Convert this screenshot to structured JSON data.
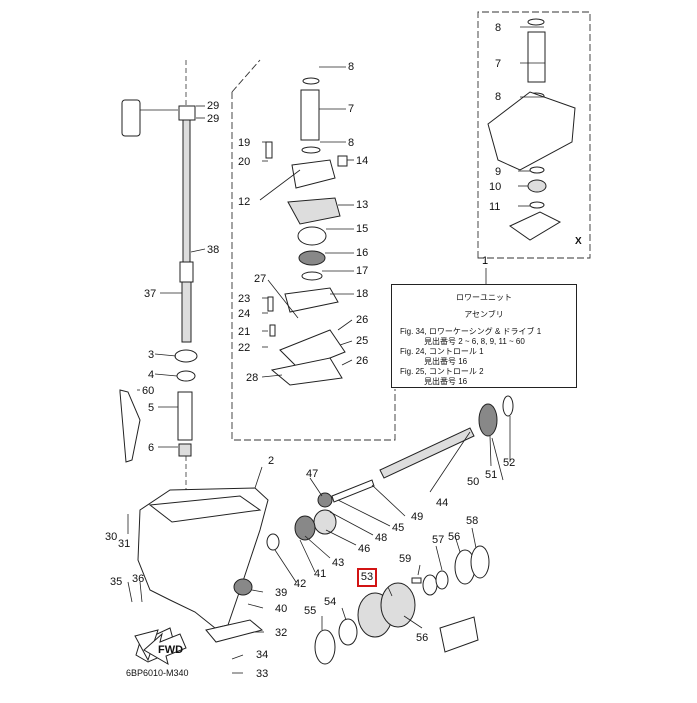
{
  "diagram_id": "6BP6010-M340",
  "inset_label": "X",
  "legend": {
    "callout": "1",
    "title": "ロワーユニット",
    "subtitle": "アセンブリ",
    "lines": [
      "Fig. 34, ロワーケーシング & ドライブ 1",
      "見出番号 2 ~ 6, 8, 9, 11 ~ 60",
      "Fig. 24, コントロール 1",
      "見出番号 16",
      "Fig. 25, コントロール 2",
      "見出番号 16"
    ]
  },
  "highlighted_part": "53",
  "fwd_label": "FWD",
  "part_labels": [
    {
      "num": "8"
    },
    {
      "num": "7"
    },
    {
      "num": "8"
    },
    {
      "num": "9"
    },
    {
      "num": "10"
    },
    {
      "num": "11"
    },
    {
      "num": "8"
    },
    {
      "num": "7"
    },
    {
      "num": "8"
    },
    {
      "num": "14"
    },
    {
      "num": "13"
    },
    {
      "num": "15"
    },
    {
      "num": "16"
    },
    {
      "num": "17"
    },
    {
      "num": "18"
    },
    {
      "num": "19"
    },
    {
      "num": "20"
    },
    {
      "num": "12"
    },
    {
      "num": "27"
    },
    {
      "num": "23"
    },
    {
      "num": "24"
    },
    {
      "num": "21"
    },
    {
      "num": "22"
    },
    {
      "num": "26"
    },
    {
      "num": "25"
    },
    {
      "num": "26"
    },
    {
      "num": "28"
    },
    {
      "num": "29"
    },
    {
      "num": "29"
    },
    {
      "num": "38"
    },
    {
      "num": "37"
    },
    {
      "num": "3"
    },
    {
      "num": "4"
    },
    {
      "num": "60"
    },
    {
      "num": "5"
    },
    {
      "num": "6"
    },
    {
      "num": "2"
    },
    {
      "num": "47"
    },
    {
      "num": "44"
    },
    {
      "num": "49"
    },
    {
      "num": "45"
    },
    {
      "num": "48"
    },
    {
      "num": "46"
    },
    {
      "num": "43"
    },
    {
      "num": "41"
    },
    {
      "num": "42"
    },
    {
      "num": "30"
    },
    {
      "num": "31"
    },
    {
      "num": "35"
    },
    {
      "num": "36"
    },
    {
      "num": "39"
    },
    {
      "num": "40"
    },
    {
      "num": "32"
    },
    {
      "num": "34"
    },
    {
      "num": "33"
    },
    {
      "num": "51"
    },
    {
      "num": "50"
    },
    {
      "num": "52"
    },
    {
      "num": "58"
    },
    {
      "num": "56"
    },
    {
      "num": "57"
    },
    {
      "num": "59"
    },
    {
      "num": "55"
    },
    {
      "num": "54"
    },
    {
      "num": "56"
    }
  ]
}
